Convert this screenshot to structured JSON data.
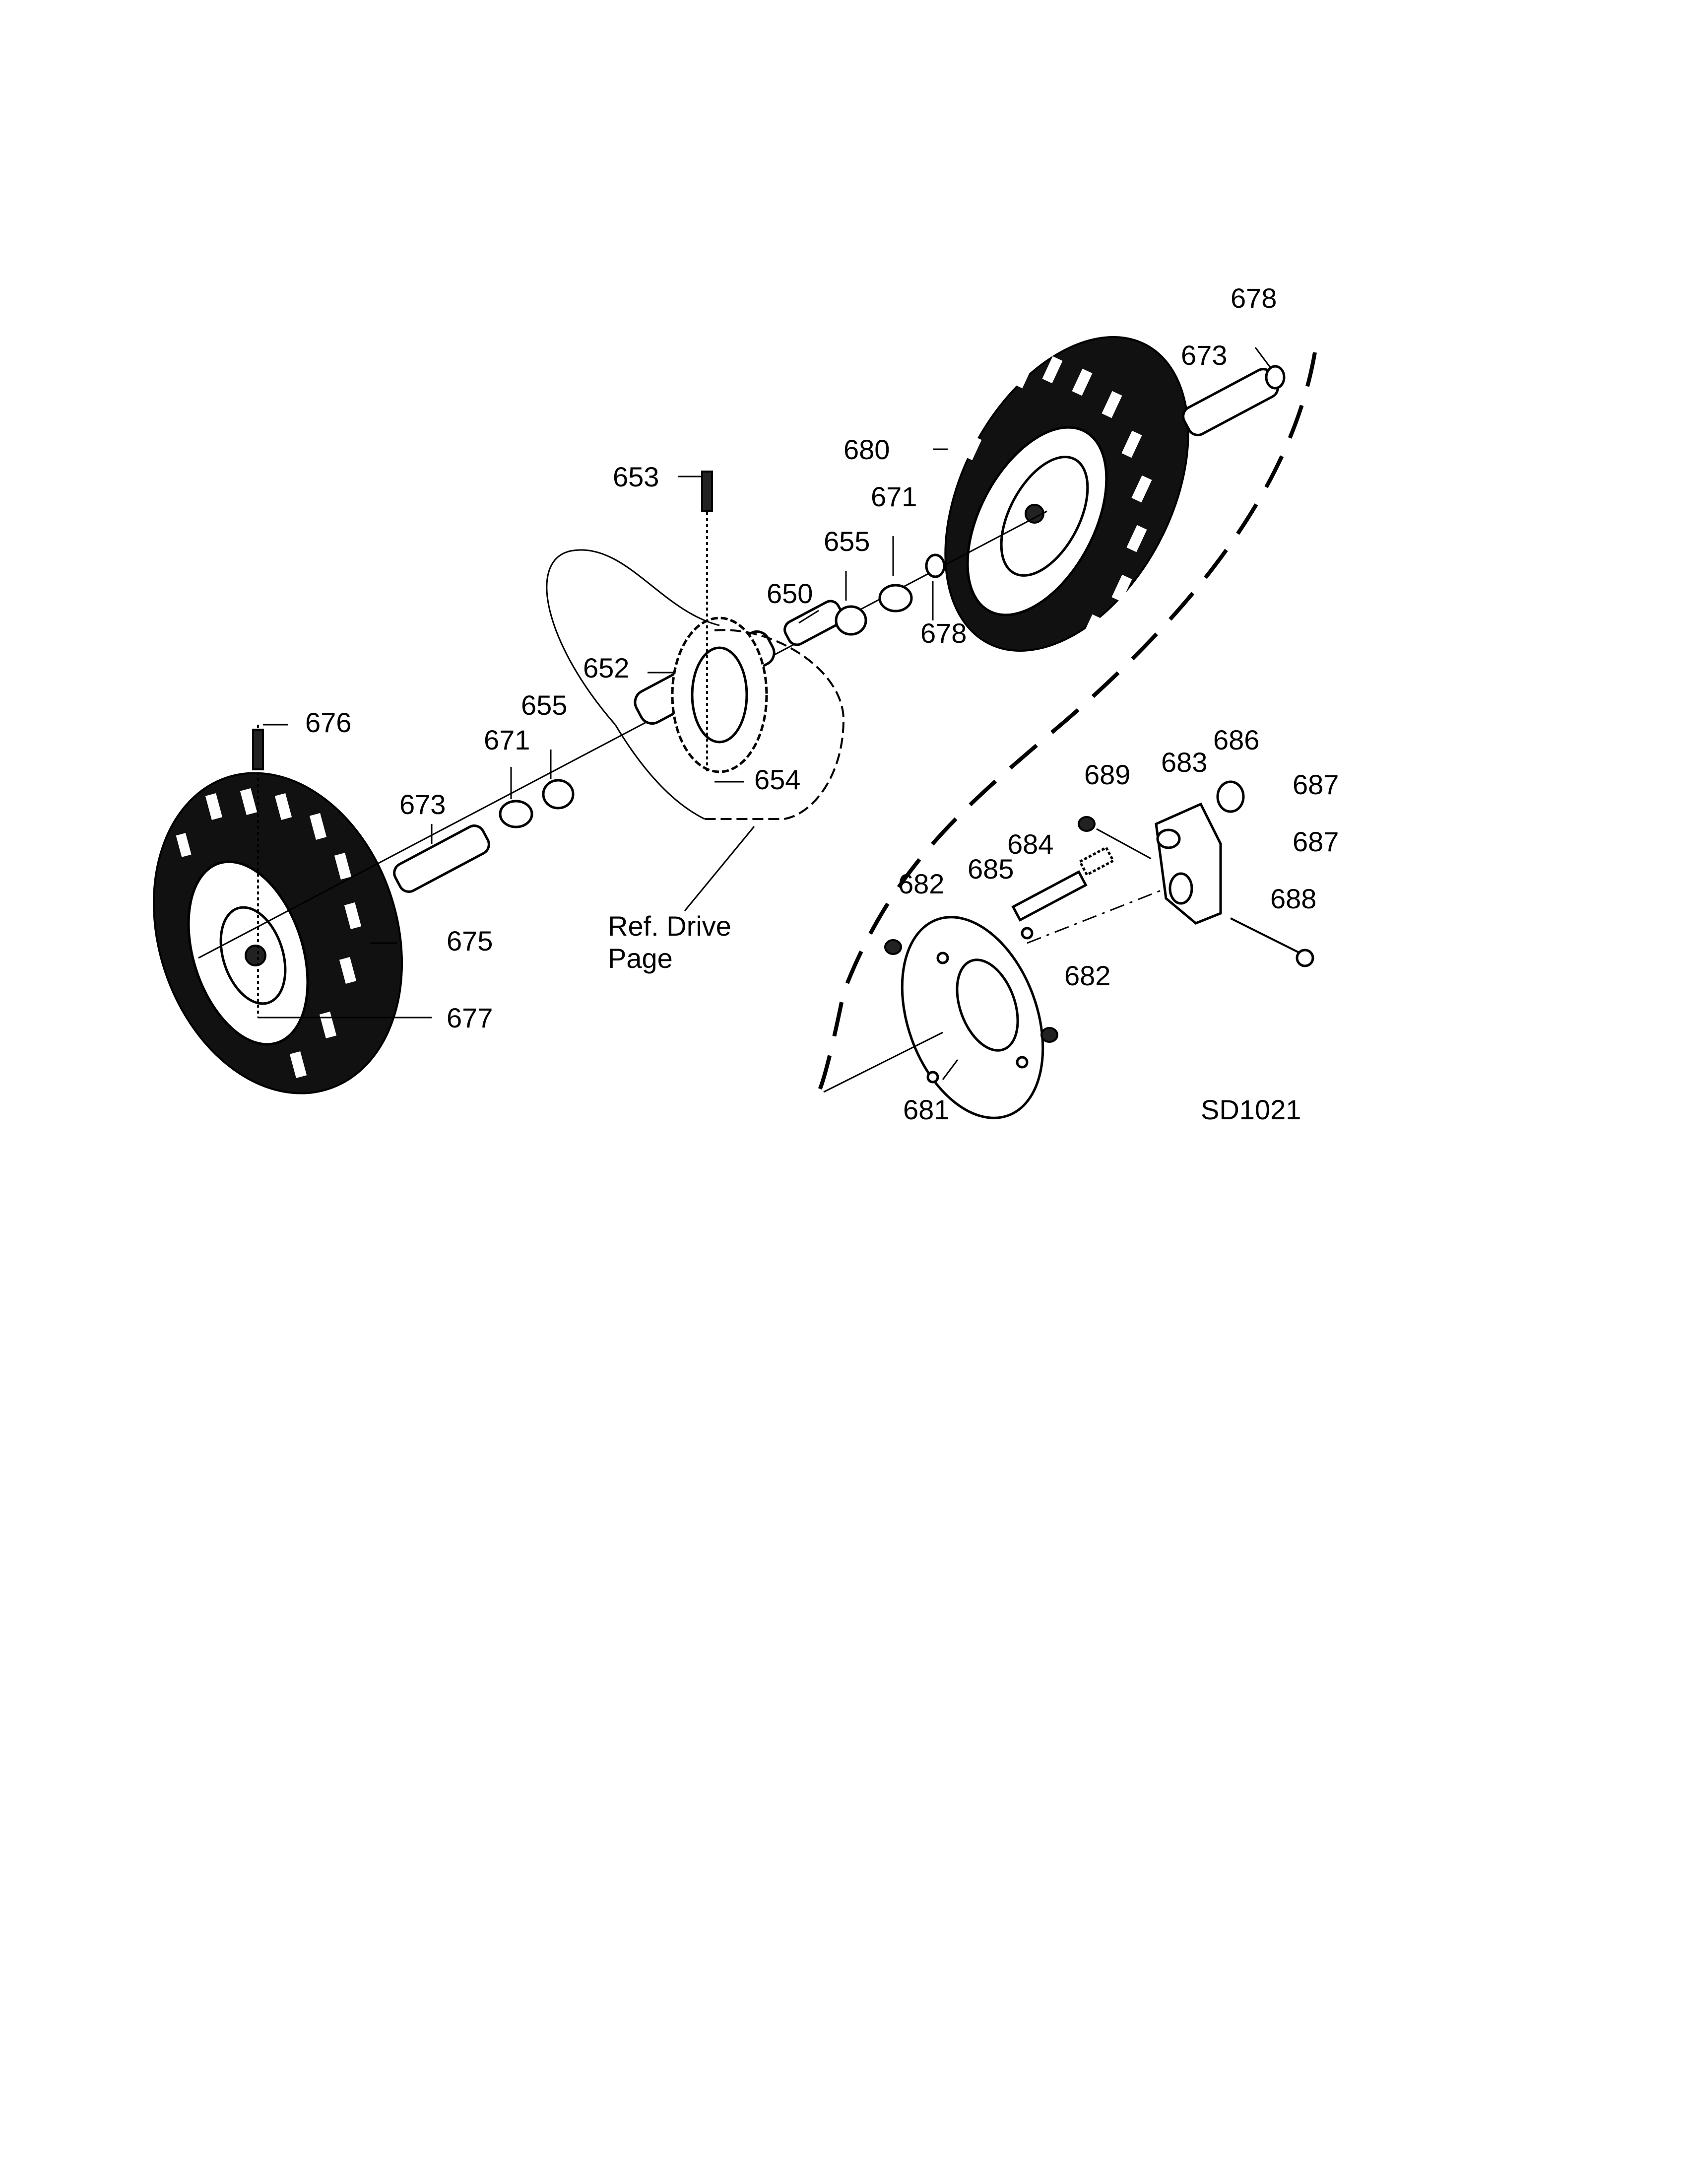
{
  "diagram_id": "SD1021",
  "reference_note": [
    "Ref. Drive",
    "Page"
  ],
  "callouts": {
    "c650": "650",
    "c652": "652",
    "c653": "653",
    "c654": "654",
    "c655a": "655",
    "c655b": "655",
    "c671a": "671",
    "c671b": "671",
    "c673a": "673",
    "c673b": "673",
    "c675": "675",
    "c676": "676",
    "c677": "677",
    "c678a": "678",
    "c678b": "678",
    "c680": "680",
    "c681": "681",
    "c682a": "682",
    "c682b": "682",
    "c683": "683",
    "c684": "684",
    "c685": "685",
    "c686": "686",
    "c687a": "687",
    "c687b": "687",
    "c688": "688",
    "c689": "689"
  }
}
